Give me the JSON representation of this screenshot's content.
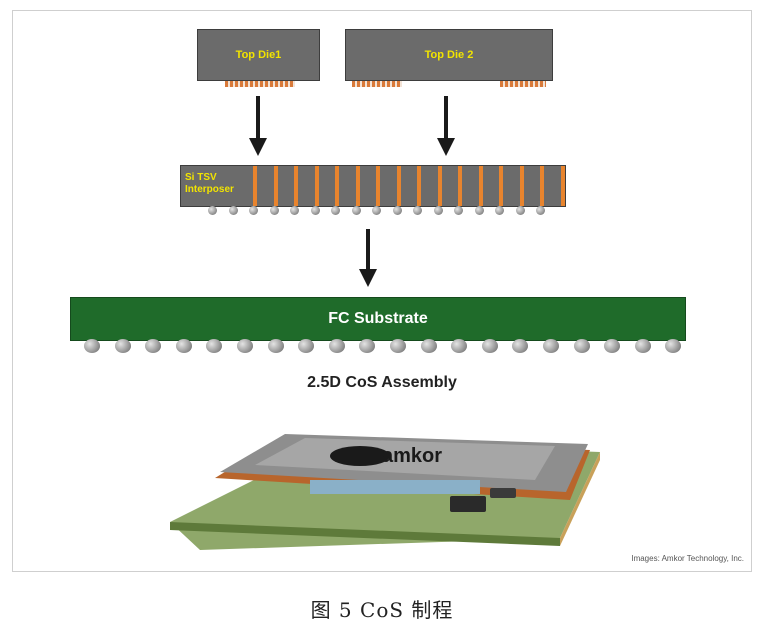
{
  "dies": [
    {
      "label": "Top Die1"
    },
    {
      "label": "Top Die 2"
    }
  ],
  "interposer": {
    "label": "Si TSV\nInterposer"
  },
  "substrate": {
    "label": "FC Substrate"
  },
  "assembly_label": "2.5D CoS Assembly",
  "package_logo_text": "amkor",
  "credit": "Images: Amkor Technology, Inc.",
  "caption": "图 5 CoS 制程",
  "colors": {
    "die_fill": "#6b6b6b",
    "die_text": "#f2e400",
    "tsv": "#e8842e",
    "substrate": "#1f6b2a",
    "arrow": "#1a1a1a"
  }
}
